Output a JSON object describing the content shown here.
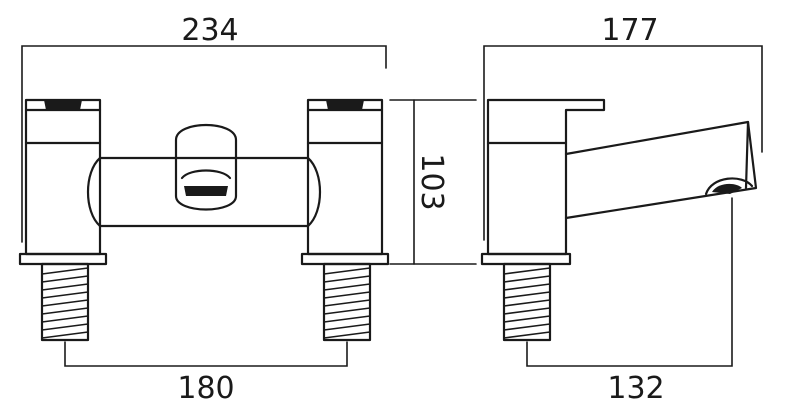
{
  "dimensions": {
    "front_width": "234",
    "side_width": "177",
    "height": "103",
    "centers": "180",
    "spout_projection": "132"
  },
  "colors": {
    "line": "#1a1a1a",
    "background": "#ffffff"
  }
}
